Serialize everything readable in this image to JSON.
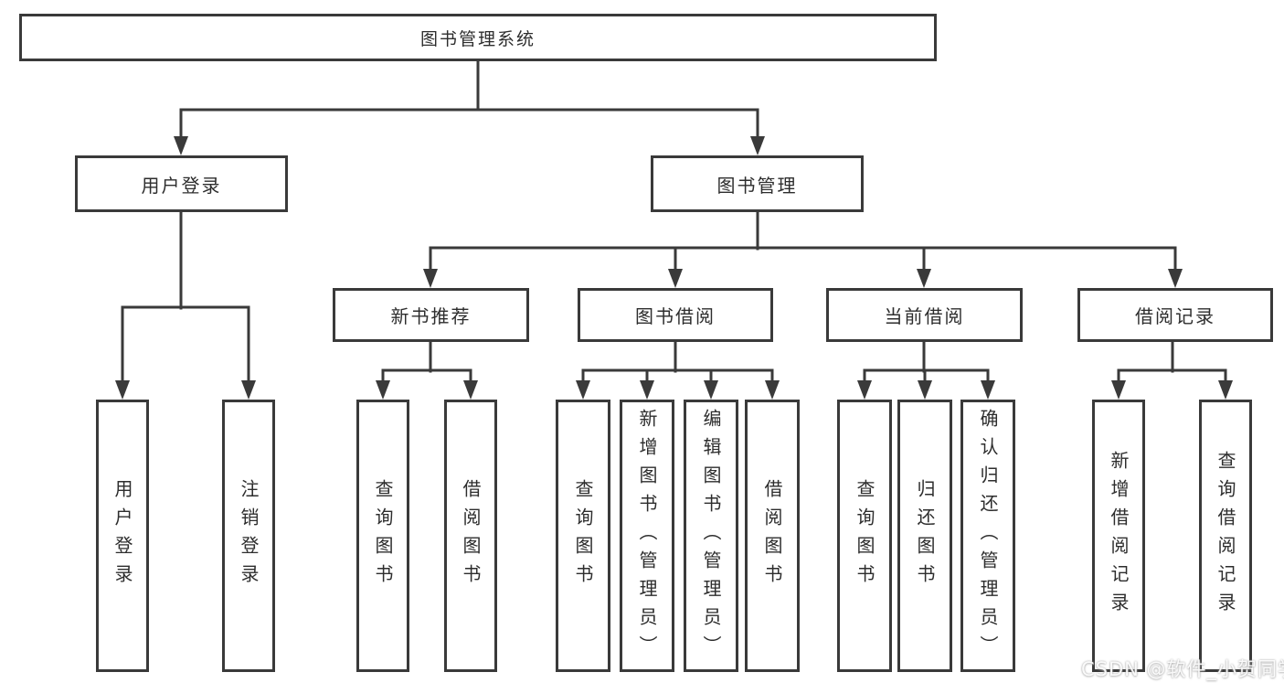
{
  "colors": {
    "line": "#3a3a3a",
    "box_border": "#3a3a3a",
    "text": "#2d2d2d",
    "background": "#ffffff"
  },
  "nodes": {
    "root": {
      "label": "图书管理系统"
    },
    "user_login": {
      "label": "用户登录"
    },
    "book_mgmt": {
      "label": "图书管理"
    },
    "new_books": {
      "label": "新书推荐"
    },
    "book_borrow": {
      "label": "图书借阅"
    },
    "current_borrow": {
      "label": "当前借阅"
    },
    "borrow_records": {
      "label": "借阅记录"
    }
  },
  "leaves": {
    "user_login": [
      "用户登录",
      "注销登录"
    ],
    "new_books": [
      "查询图书",
      "借阅图书"
    ],
    "book_borrow": [
      "查询图书",
      "新增图书（管理员）",
      "编辑图书（管理员）",
      "借阅图书"
    ],
    "current_borrow": [
      "查询图书",
      "归还图书",
      "确认归还（管理员）"
    ],
    "borrow_records": [
      "新增借阅记录",
      "查询借阅记录"
    ]
  },
  "watermark": "CSDN @软件_小贺同学"
}
